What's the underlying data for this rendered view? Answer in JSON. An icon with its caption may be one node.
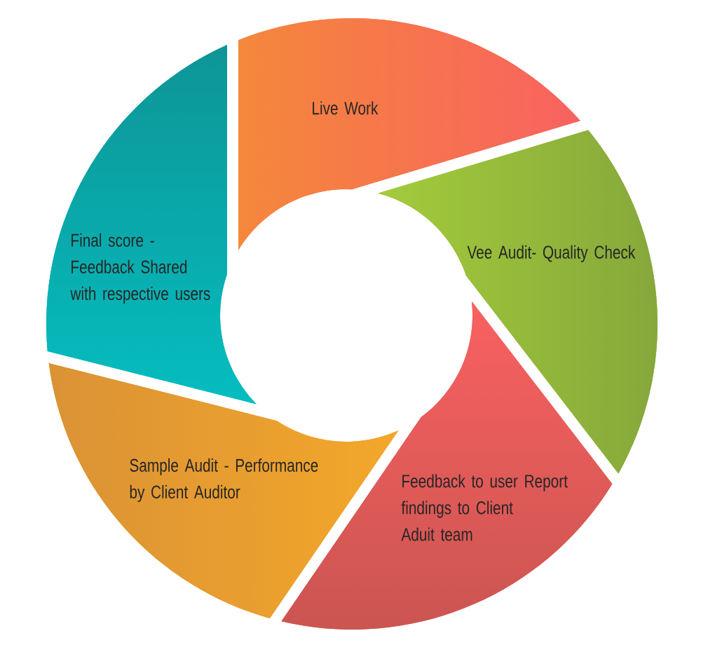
{
  "diagram": {
    "nodes": [
      {
        "text": [
          "Live Work"
        ]
      },
      {
        "text": [
          "Vee Audit- Quality Check"
        ]
      },
      {
        "text": [
          "Feedback to user Report findings to Client Aduit team"
        ]
      },
      {
        "text": [
          "Sample Audit - Performance by Client Auditor"
        ]
      },
      {
        "text": [
          "Final score - Feedback Shared with respective users"
        ]
      }
    ]
  }
}
